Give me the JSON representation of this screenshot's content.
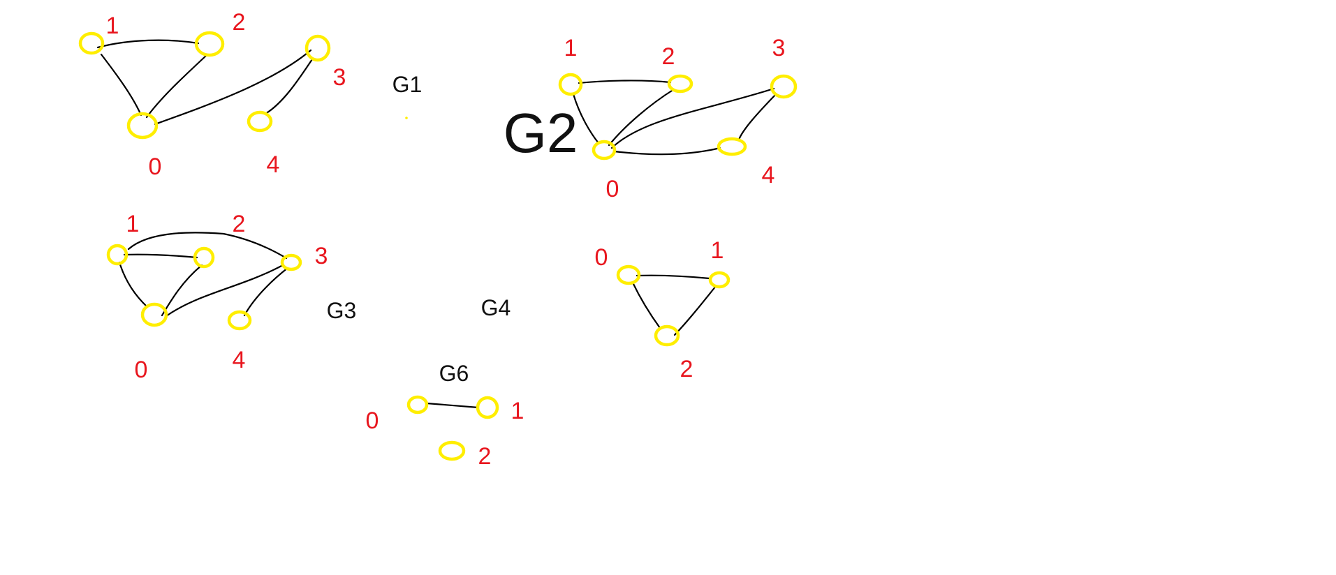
{
  "colors": {
    "background": "#ffffff",
    "edge": "#000000",
    "node": "#ffee00",
    "node_label": "#e8161e",
    "graph_label": "#111111"
  },
  "graphs": [
    {
      "label": "G1",
      "nodes": [
        {
          "id": "0",
          "label": "0"
        },
        {
          "id": "1",
          "label": "1"
        },
        {
          "id": "2",
          "label": "2"
        },
        {
          "id": "3",
          "label": "3"
        },
        {
          "id": "4",
          "label": "4"
        }
      ],
      "edges": [
        [
          "1",
          "2"
        ],
        [
          "1",
          "0"
        ],
        [
          "2",
          "0"
        ],
        [
          "0",
          "3"
        ],
        [
          "3",
          "4"
        ]
      ]
    },
    {
      "label": "G2",
      "nodes": [
        {
          "id": "0",
          "label": "0"
        },
        {
          "id": "1",
          "label": "1"
        },
        {
          "id": "2",
          "label": "2"
        },
        {
          "id": "3",
          "label": "3"
        },
        {
          "id": "4",
          "label": "4"
        }
      ],
      "edges": [
        [
          "1",
          "2"
        ],
        [
          "1",
          "0"
        ],
        [
          "2",
          "0"
        ],
        [
          "0",
          "3"
        ],
        [
          "0",
          "4"
        ],
        [
          "3",
          "4"
        ]
      ]
    },
    {
      "label": "G3",
      "nodes": [
        {
          "id": "0",
          "label": "0"
        },
        {
          "id": "1",
          "label": "1"
        },
        {
          "id": "2",
          "label": "2"
        },
        {
          "id": "3",
          "label": "3"
        },
        {
          "id": "4",
          "label": "4"
        }
      ],
      "edges": [
        [
          "1",
          "2"
        ],
        [
          "1",
          "3"
        ],
        [
          "1",
          "0"
        ],
        [
          "2",
          "0"
        ],
        [
          "0",
          "3"
        ],
        [
          "3",
          "4"
        ]
      ]
    },
    {
      "label": "G4",
      "nodes": [
        {
          "id": "0",
          "label": "0"
        },
        {
          "id": "1",
          "label": "1"
        },
        {
          "id": "2",
          "label": "2"
        }
      ],
      "edges": [
        [
          "0",
          "1"
        ],
        [
          "0",
          "2"
        ],
        [
          "1",
          "2"
        ]
      ]
    },
    {
      "label": "G6",
      "nodes": [
        {
          "id": "0",
          "label": "0"
        },
        {
          "id": "1",
          "label": "1"
        },
        {
          "id": "2",
          "label": "2"
        }
      ],
      "edges": [
        [
          "0",
          "1"
        ]
      ]
    }
  ]
}
